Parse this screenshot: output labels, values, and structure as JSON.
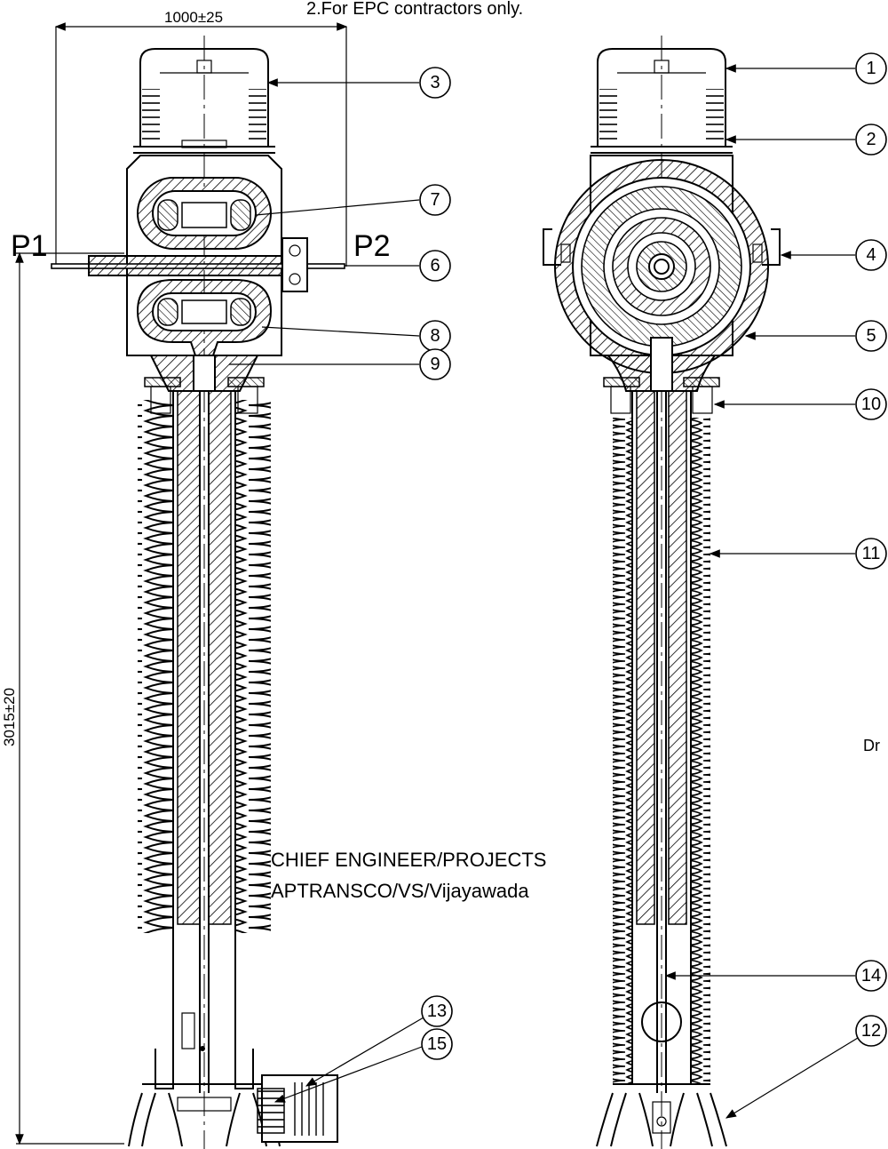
{
  "header_note": "2.For EPC contractors only.",
  "dimensions": {
    "width_label": "1000±25",
    "height_label": "3015±20"
  },
  "terminals": {
    "p1": "P1",
    "p2": "P2"
  },
  "stamp": {
    "line1": "CHIEF ENGINEER/PROJECTS",
    "line2": "APTRANSCO/VS/Vijayawada"
  },
  "partial_text": "Dr",
  "balloons": {
    "b1": "1",
    "b2": "2",
    "b3": "3",
    "b4": "4",
    "b5": "5",
    "b6": "6",
    "b7": "7",
    "b8": "8",
    "b9": "9",
    "b10": "10",
    "b11": "11",
    "b12": "12",
    "b13": "13",
    "b14": "14",
    "b15": "15"
  }
}
